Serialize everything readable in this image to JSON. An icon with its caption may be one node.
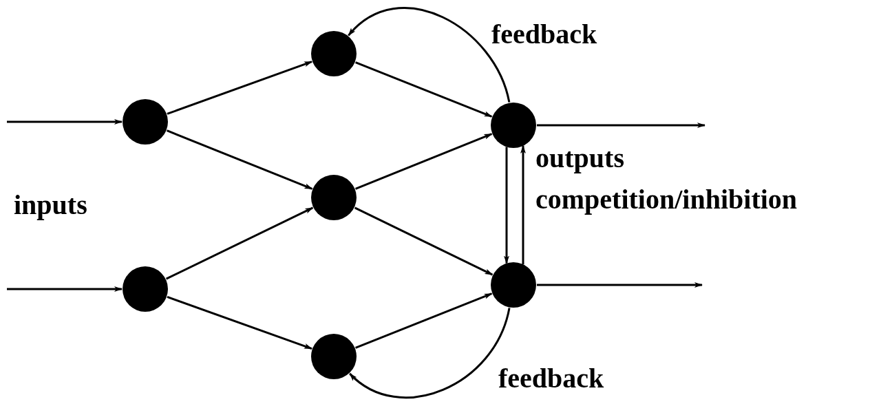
{
  "diagram": {
    "nodes": [
      {
        "text": [],
        "shape": "circle"
      },
      {
        "text": [],
        "shape": "circle"
      },
      {
        "text": [],
        "shape": "circle"
      },
      {
        "text": [],
        "shape": "circle"
      },
      {
        "text": [],
        "shape": "circle"
      },
      {
        "text": [],
        "shape": "circle"
      },
      {
        "text": [],
        "shape": "circle"
      }
    ],
    "edges": [
      {
        "from": null,
        "to": 0,
        "arrow": "to"
      },
      {
        "from": null,
        "to": 1,
        "arrow": "to"
      },
      {
        "from": 0,
        "to": 2,
        "arrow": "to"
      },
      {
        "from": 0,
        "to": 3,
        "arrow": "to"
      },
      {
        "from": 1,
        "to": 3,
        "arrow": "to"
      },
      {
        "from": 1,
        "to": 4,
        "arrow": "to"
      },
      {
        "from": 2,
        "to": 5,
        "arrow": "to"
      },
      {
        "from": 3,
        "to": 5,
        "arrow": "to"
      },
      {
        "from": 3,
        "to": 6,
        "arrow": "to"
      },
      {
        "from": 4,
        "to": 6,
        "arrow": "to"
      },
      {
        "from": 5,
        "to": null,
        "arrow": "to"
      },
      {
        "from": 6,
        "to": null,
        "arrow": "to"
      },
      {
        "from": 5,
        "to": 2,
        "arrow": "to",
        "label": "feedback"
      },
      {
        "from": 6,
        "to": 4,
        "arrow": "to",
        "label": "feedback"
      },
      {
        "from": 5,
        "to": 6,
        "arrow": "to"
      },
      {
        "from": 6,
        "to": 5,
        "arrow": "to"
      }
    ],
    "labels": [
      "outputs",
      "inputs",
      "competition/inhibition"
    ]
  }
}
